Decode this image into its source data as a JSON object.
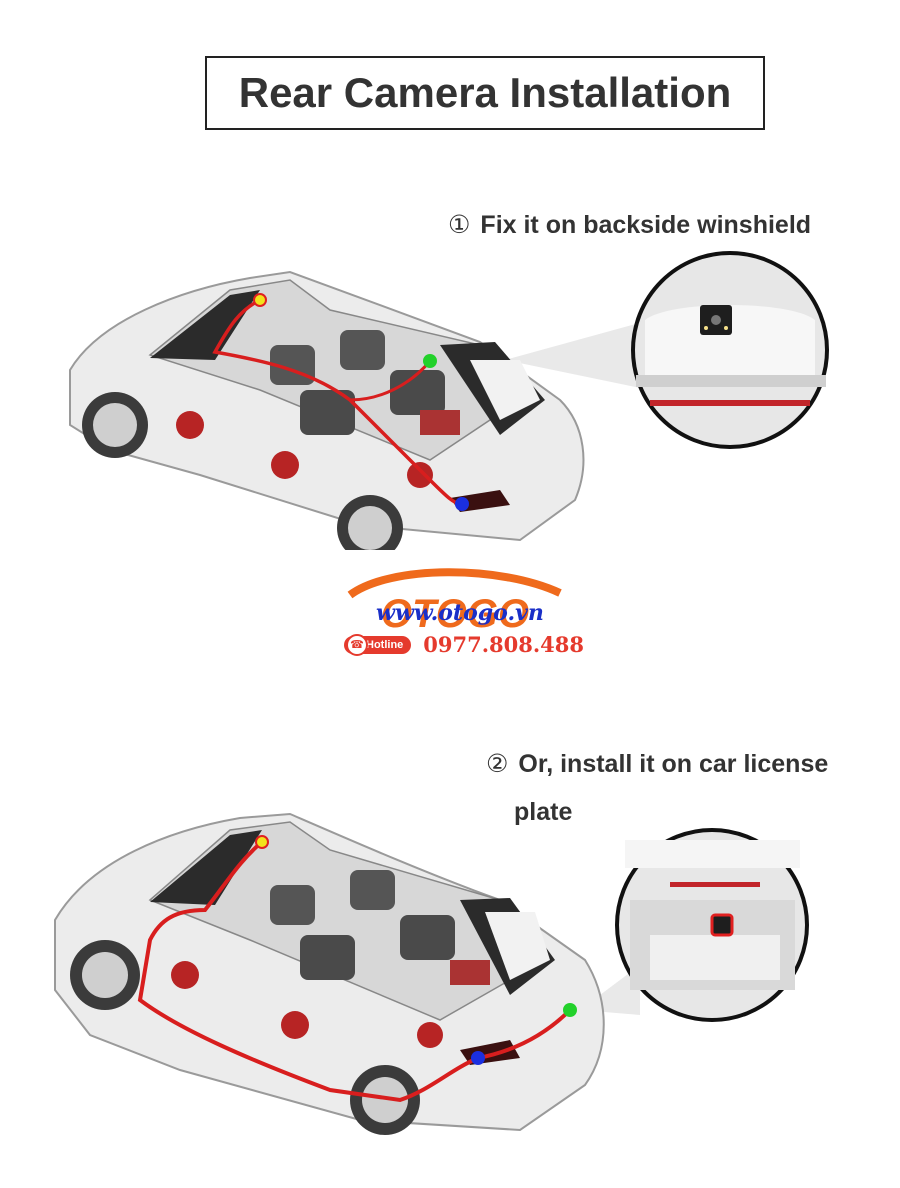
{
  "title": "Rear Camera Installation",
  "steps": [
    {
      "num": "①",
      "text": "Fix it on backside winshield"
    },
    {
      "num": "②",
      "text": "Or, install it on car license",
      "continuation": "plate"
    }
  ],
  "brand": {
    "logo_text": "OTOGO",
    "url": "www.otogo.vn",
    "hotline_label": "Hotline",
    "phone": "0977.808.488"
  },
  "colors": {
    "wire": "#d81e1e",
    "brand_orange": "#ef6a1c",
    "url_blue": "#1a2fc8",
    "dot_red": "#e02020",
    "dot_yellow": "#f3e21b",
    "dot_green": "#22d12a",
    "dot_blue": "#1b2fe0"
  },
  "icons": [
    "camera-icon",
    "phone-icon"
  ]
}
